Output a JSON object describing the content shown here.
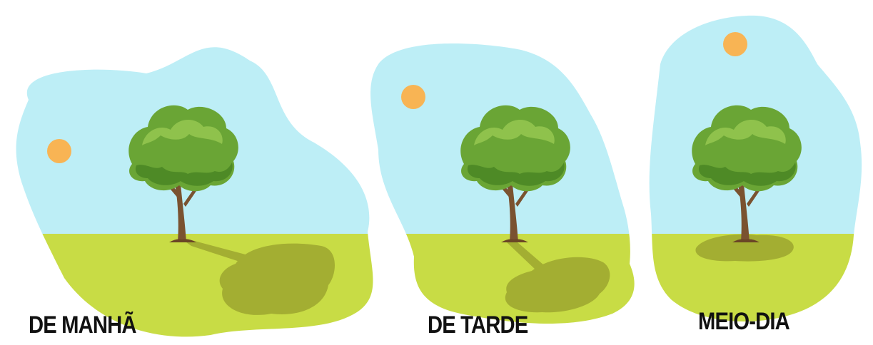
{
  "panels": [
    {
      "id": "morning",
      "caption": "DE MANHÃ",
      "sun_position": "left, low",
      "shadow_direction": "toward lower-right"
    },
    {
      "id": "afternoon",
      "caption": "DE TARDE",
      "sun_position": "left, mid-high",
      "shadow_direction": "toward lower-right"
    },
    {
      "id": "noon",
      "caption": "MEIO-DIA",
      "sun_position": "top, overhead",
      "shadow_direction": "directly beneath the tree"
    }
  ],
  "colors": {
    "sky": "#bdeef6",
    "ground": "#c8dc45",
    "shadow": "#a3ae32",
    "sun": "#f8b454",
    "foliage": "#6aa535",
    "foliage_light": "#8fc24c",
    "foliage_dark": "#4e8a26",
    "trunk": "#7a5230",
    "caption": "#111111"
  },
  "icons": [
    "sun-icon",
    "tree-icon",
    "shadow-shape"
  ]
}
